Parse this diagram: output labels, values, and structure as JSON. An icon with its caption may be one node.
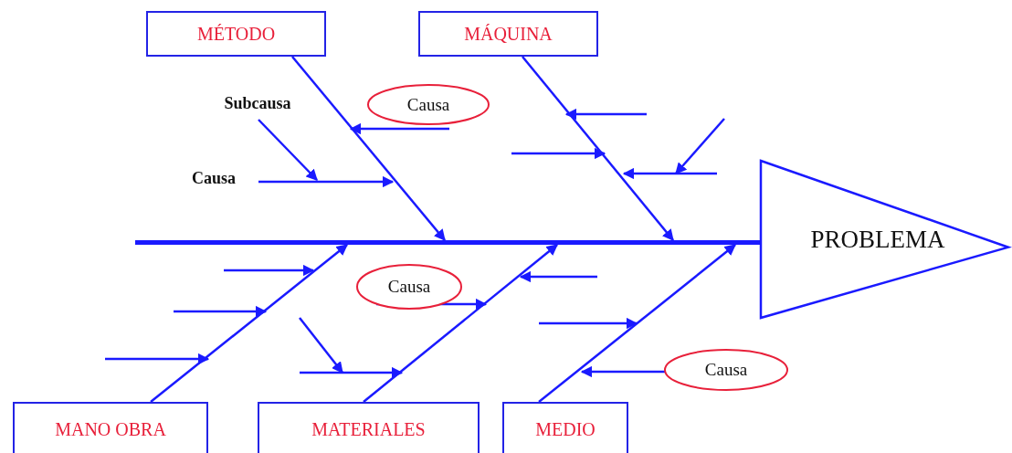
{
  "diagram": {
    "nodes": [
      {
        "text": [
          "MÉTODO"
        ]
      },
      {
        "text": [
          "MÁQUINA"
        ]
      },
      {
        "text": [
          "Subcausa"
        ]
      },
      {
        "text": [
          "Causa"
        ]
      },
      {
        "text": [
          "Causa"
        ]
      },
      {
        "text": [],
        "shape": "bar"
      },
      {
        "text": [
          "PROBLEMA"
        ]
      },
      {
        "text": [
          "Causa"
        ]
      },
      {
        "text": [
          "Causa"
        ]
      },
      {
        "text": [
          "MANO OBRA"
        ]
      },
      {
        "text": [
          "MATERIALES"
        ]
      },
      {
        "text": [
          "MEDIO"
        ]
      }
    ],
    "edges": [
      {
        "from": 0,
        "to": 5,
        "arrow": "to"
      },
      {
        "from": 1,
        "to": 5,
        "arrow": "to"
      },
      {
        "from": 9,
        "to": 5,
        "arrow": "to"
      },
      {
        "from": 10,
        "to": 5,
        "arrow": "to"
      },
      {
        "from": 11,
        "to": 5,
        "arrow": "to"
      },
      {
        "from": 3,
        "to": null,
        "arrow": "to"
      },
      {
        "from": 4,
        "to": null,
        "arrow": "to"
      },
      {
        "from": 2,
        "to": null,
        "arrow": "to"
      },
      {
        "from": 7,
        "to": null,
        "arrow": "to"
      },
      {
        "from": 8,
        "to": null,
        "arrow": "to"
      }
    ]
  }
}
